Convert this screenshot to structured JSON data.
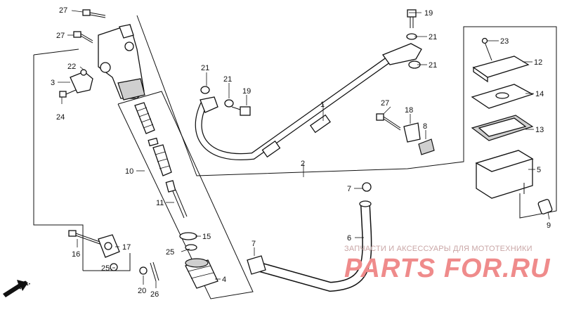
{
  "callouts": {
    "c1": "1",
    "c2": "2",
    "c3": "3",
    "c4": "4",
    "c5": "5",
    "c6": "6",
    "c7a": "7",
    "c7b": "7",
    "c8": "8",
    "c9": "9",
    "c10": "10",
    "c11": "11",
    "c12": "12",
    "c13": "13",
    "c14": "14",
    "c15": "15",
    "c16": "16",
    "c17": "17",
    "c18": "18",
    "c19a": "19",
    "c19b": "19",
    "c20": "20",
    "c21a": "21",
    "c21b": "21",
    "c21c": "21",
    "c21d": "21",
    "c22": "22",
    "c23": "23",
    "c24": "24",
    "c25a": "25",
    "c25b": "25",
    "c26": "26",
    "c27a": "27",
    "c27b": "27",
    "c27c": "27"
  },
  "watermark": {
    "line1": "ЗАПЧАСТИ И АКСЕССУАРЫ ДЛЯ МОТОТЕХНИКИ",
    "line2": "PARTS FOR.RU"
  },
  "direction_label": "FR."
}
